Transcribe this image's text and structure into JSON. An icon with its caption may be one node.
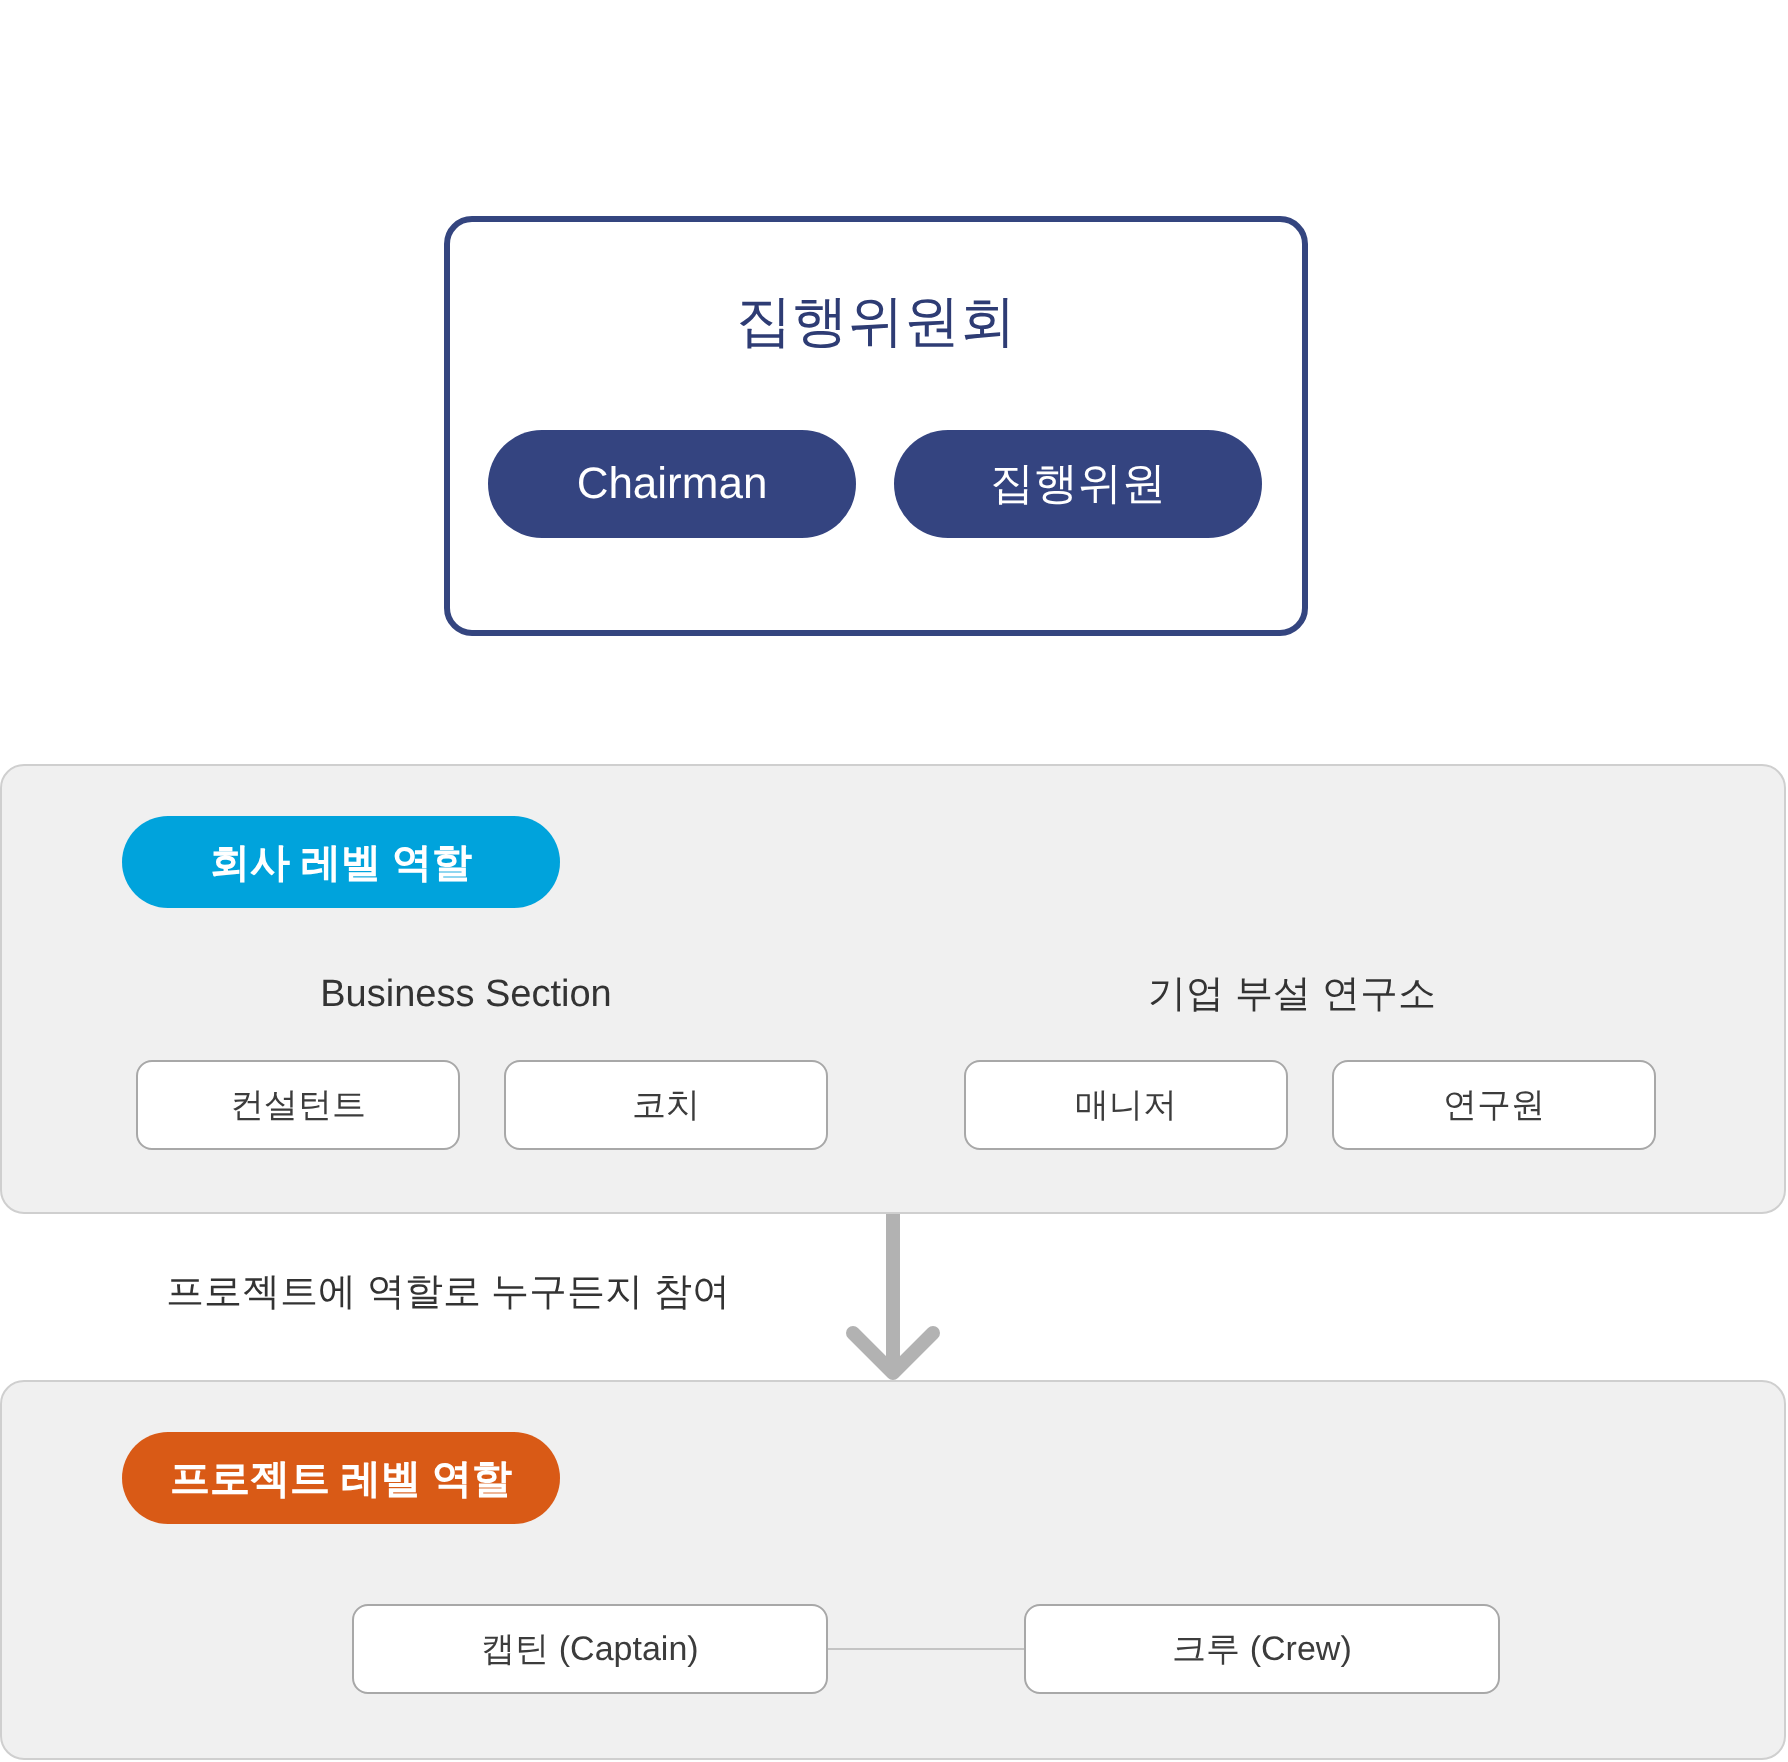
{
  "diagram": {
    "nodes": [
      {
        "text": [
          "집행위원회"
        ]
      },
      {
        "text": [
          "Chairman"
        ],
        "in": 0
      },
      {
        "text": [
          "집행위원"
        ],
        "in": 0
      },
      {
        "text": [],
        "shape": "box"
      },
      {
        "text": [
          "회사 레벨 역할"
        ],
        "in": 3
      },
      {
        "text": [
          "컨설턴트"
        ],
        "in": 3
      },
      {
        "text": [
          "코치"
        ],
        "in": 3
      },
      {
        "text": [
          "매니저"
        ],
        "in": 3
      },
      {
        "text": [
          "연구원"
        ],
        "in": 3
      },
      {
        "text": [],
        "shape": "box"
      },
      {
        "text": [
          "프로젝트 레벨 역할"
        ],
        "in": 9
      },
      {
        "text": [
          "캡틴 (Captain)"
        ],
        "in": 9
      },
      {
        "text": [
          "크루 (Crew)"
        ],
        "in": 9
      }
    ],
    "edges": [
      {
        "from": 3,
        "to": 9,
        "arrow": "to",
        "style": "thick",
        "label": "프로젝트에 역할로 누구든지 참여"
      },
      {
        "from": 11,
        "to": 12,
        "arrow": "none"
      }
    ],
    "labels": [
      "Business Section",
      "기업 부설 연구소"
    ]
  }
}
